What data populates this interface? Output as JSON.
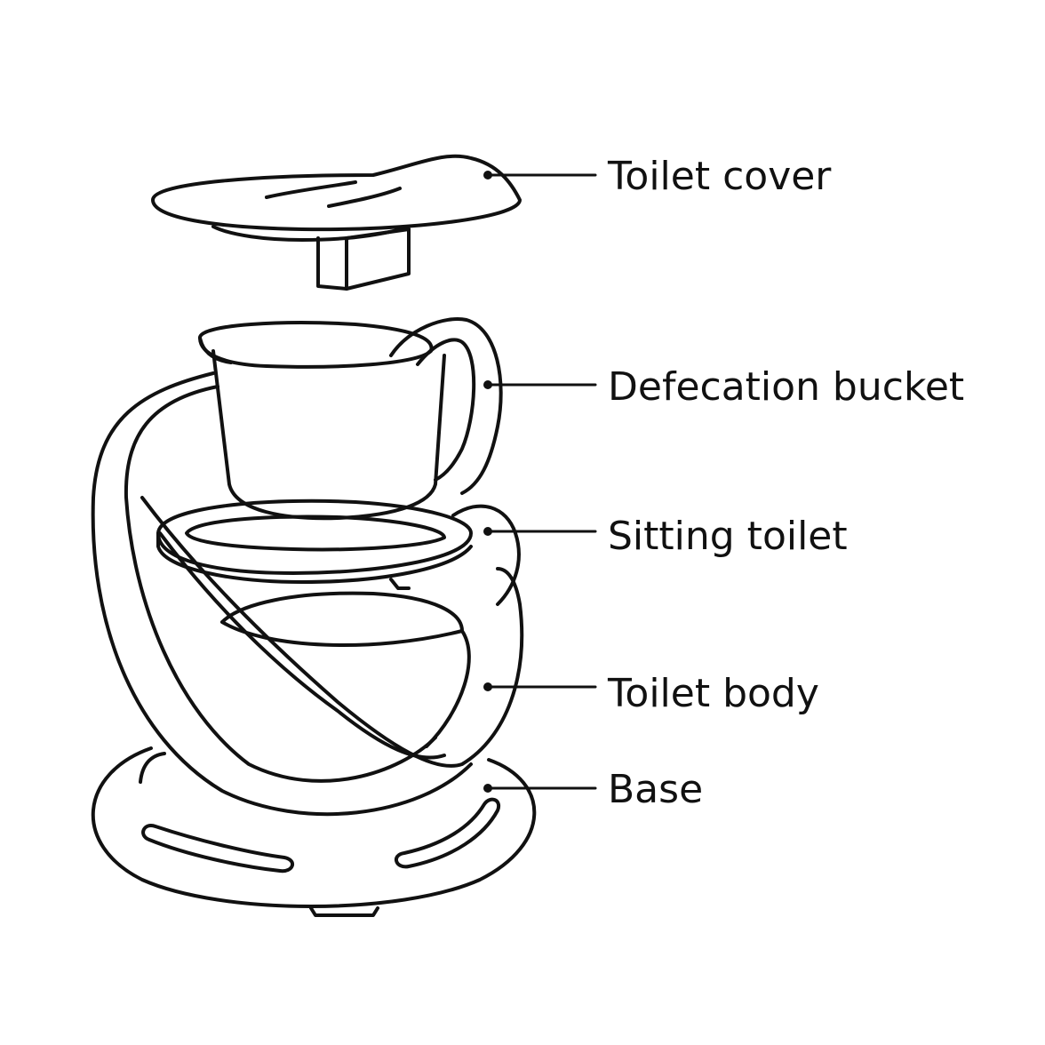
{
  "diagram": {
    "labels": {
      "cover": "Toilet cover",
      "bucket": "Defecation bucket",
      "sitting": "Sitting toilet",
      "body": "Toilet body",
      "base": "Base"
    },
    "line_color": "#111111",
    "background": "#ffffff"
  }
}
